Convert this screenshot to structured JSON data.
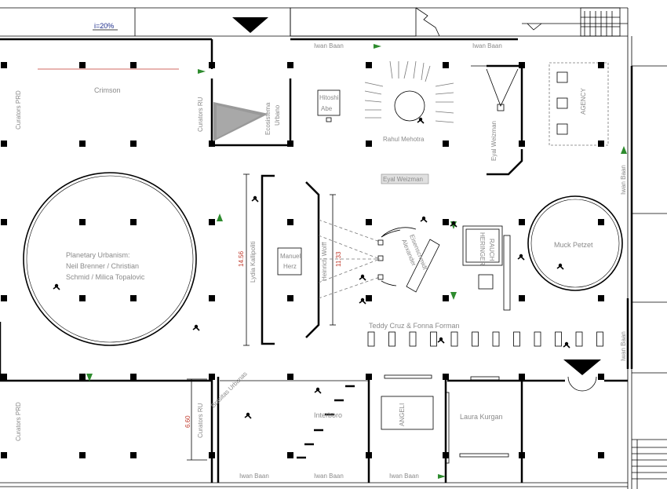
{
  "slope_label": "i=20%",
  "labels": {
    "crimson": "Crimson",
    "curators_prd_top": "Curators PRD",
    "curators_ru_top": "Curators RU",
    "ecosistema_1": "Ecosistema",
    "ecosistema_2": "Urbano",
    "iwan_baan_top_1": "Iwan Baan",
    "iwan_baan_top_2": "Iwan Baan",
    "hitoshi_1": "Hitoshi",
    "hitoshi_2": "Abe",
    "rahul": "Rahul Mehotra",
    "eyal_vertical": "Eyal Weizman",
    "agency": "AGENCY",
    "iwan_baan_right_1": "Iwan Baan",
    "iwan_baan_right_2": "Iwan Baan",
    "eyal_box": "Eyal Weizman",
    "planetary_1": "Planetary Urbanism:",
    "planetary_2": "Neil Brenner / Christian",
    "planetary_3": "Schmid / Milica Topalovic",
    "lydia": "Lydia Kallipoliti",
    "manuel_1": "Manuel",
    "manuel_2": "Herz",
    "heinrich": "Heinrich Wolff",
    "alexander_1": "Alexander",
    "alexander_2": "Eisenschmidt",
    "heringer_1": "HERINGER",
    "heringer_2": "RAUCH",
    "muck": "Muck Petzet",
    "teddy": "Teddy Cruz & Fonna Forman",
    "curators_prd_bottom": "Curators PRD",
    "curators_ru_bottom": "Curators RU",
    "brasitas": "Brasitas Urbanas",
    "interboro": "Interboro",
    "angeli": "ANGELI",
    "laura": "Laura Kurgan",
    "iwan_baan_bottom_1": "Iwan Baan",
    "iwan_baan_bottom_2": "Iwan Baan",
    "iwan_baan_bottom_3": "Iwan Baan"
  },
  "dimensions": {
    "d1456": "14.56",
    "d1133": "11.33",
    "d660": "6.60"
  },
  "colors": {
    "arrow_green": "#2e8b2e",
    "dimension_red": "#c0392b",
    "label_grey": "#8a8a8a",
    "slope_blue": "#1a2a8a"
  }
}
